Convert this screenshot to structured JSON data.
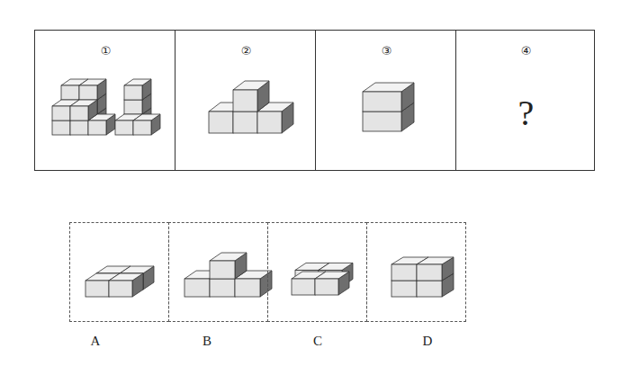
{
  "diagram": {
    "nodes": [
      {
        "text": [
          "①"
        ]
      },
      {
        "text": [
          "②"
        ]
      },
      {
        "text": [
          "③"
        ]
      },
      {
        "text": [
          "④",
          "?"
        ]
      },
      {
        "text": [
          "A"
        ]
      },
      {
        "text": [
          "B"
        ]
      },
      {
        "text": [
          "C"
        ]
      },
      {
        "text": [
          "D"
        ]
      }
    ]
  }
}
